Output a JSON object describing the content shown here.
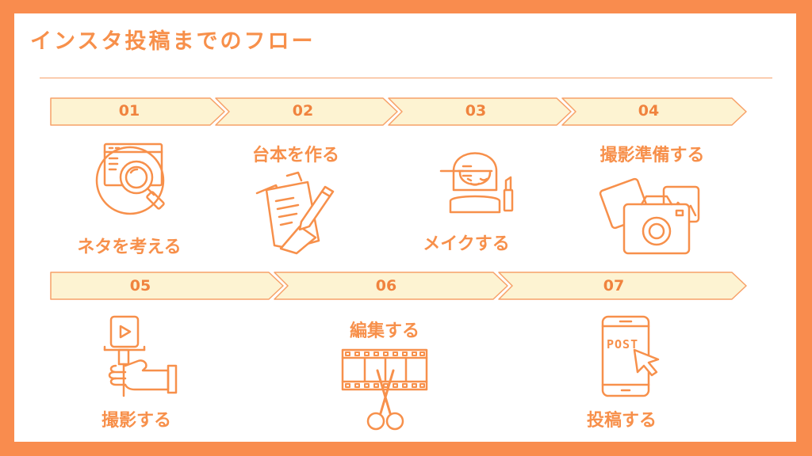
{
  "title": "インスタ投稿までのフロー",
  "colors": {
    "accent": "#f98c4e",
    "text": "#f7904b",
    "arrow_fill": "#fdf3d2",
    "arrow_stroke": "#f7a168"
  },
  "steps": [
    {
      "number": "01",
      "label": "ネタを考える",
      "icon": "magnifier-browser-icon"
    },
    {
      "number": "02",
      "label": "台本を作る",
      "icon": "document-pen-icon"
    },
    {
      "number": "03",
      "label": "メイクする",
      "icon": "makeup-woman-icon"
    },
    {
      "number": "04",
      "label": "撮影準備する",
      "icon": "camera-photos-icon"
    },
    {
      "number": "05",
      "label": "撮影する",
      "icon": "selfie-stick-icon"
    },
    {
      "number": "06",
      "label": "編集する",
      "icon": "film-scissors-icon"
    },
    {
      "number": "07",
      "label": "投稿する",
      "icon": "smartphone-post-icon"
    }
  ],
  "phone_screen_text": "POST"
}
